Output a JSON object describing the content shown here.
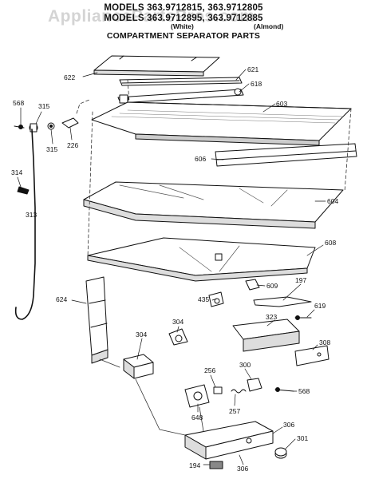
{
  "header": {
    "line1": "MODELS 363.9712815, 363.9712805",
    "line2": "MODELS 363.9712895, 363.9712885",
    "sub_white": "(White)",
    "sub_almond": "(Almond)",
    "title": "COMPARTMENT SEPARATOR PARTS"
  },
  "watermark": "AppliancePartsPros.com",
  "callouts": {
    "p622": "622",
    "p621": "621",
    "p618": "618",
    "p603": "603",
    "p606": "606",
    "p568a": "568",
    "p315a": "315",
    "p315b": "315",
    "p226": "226",
    "p314": "314",
    "p313": "313",
    "p604": "604",
    "p608": "608",
    "p609": "609",
    "p197": "197",
    "p435": "435",
    "p619": "619",
    "p624": "624",
    "p323": "323",
    "p308": "308",
    "p304a": "304",
    "p304b": "304",
    "p256": "256",
    "p300": "300",
    "p568b": "568",
    "p257": "257",
    "p648": "648",
    "p306a": "306",
    "p306b": "306",
    "p301": "301",
    "p194": "194"
  }
}
